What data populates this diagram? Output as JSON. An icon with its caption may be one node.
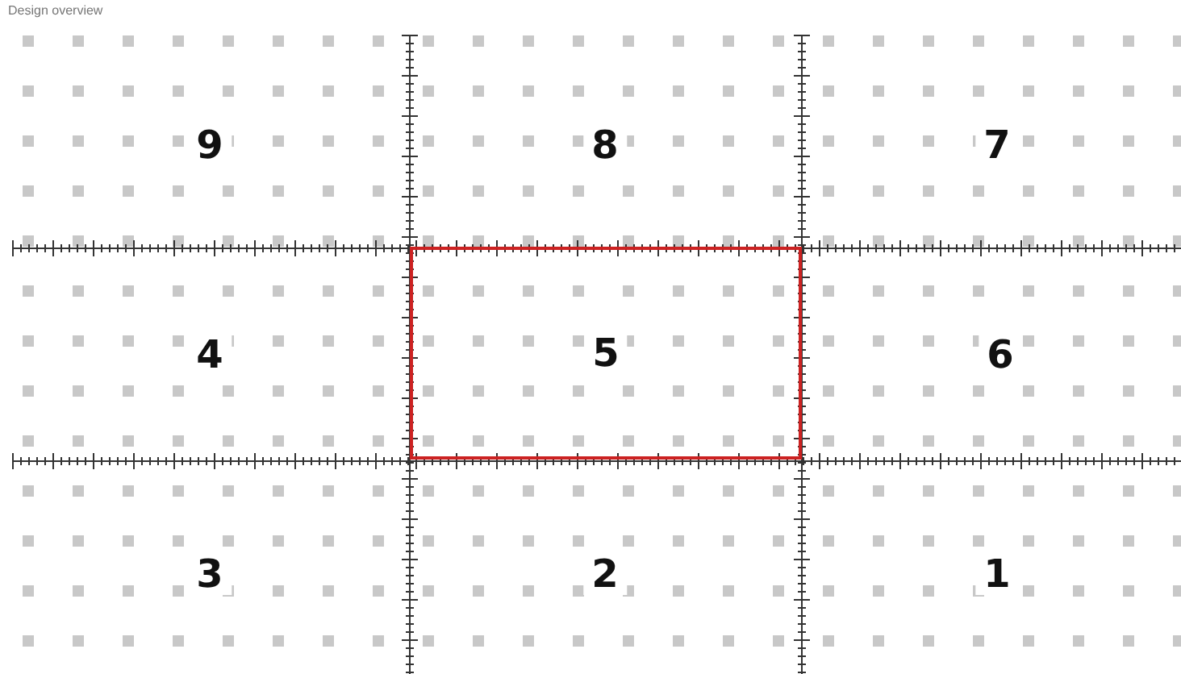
{
  "diagram": {
    "title": "Design overview",
    "nodes": [
      {
        "text": [
          "5"
        ]
      }
    ],
    "labels": [
      "9",
      "8",
      "7",
      "4",
      "6",
      "3",
      "2",
      "1"
    ]
  }
}
